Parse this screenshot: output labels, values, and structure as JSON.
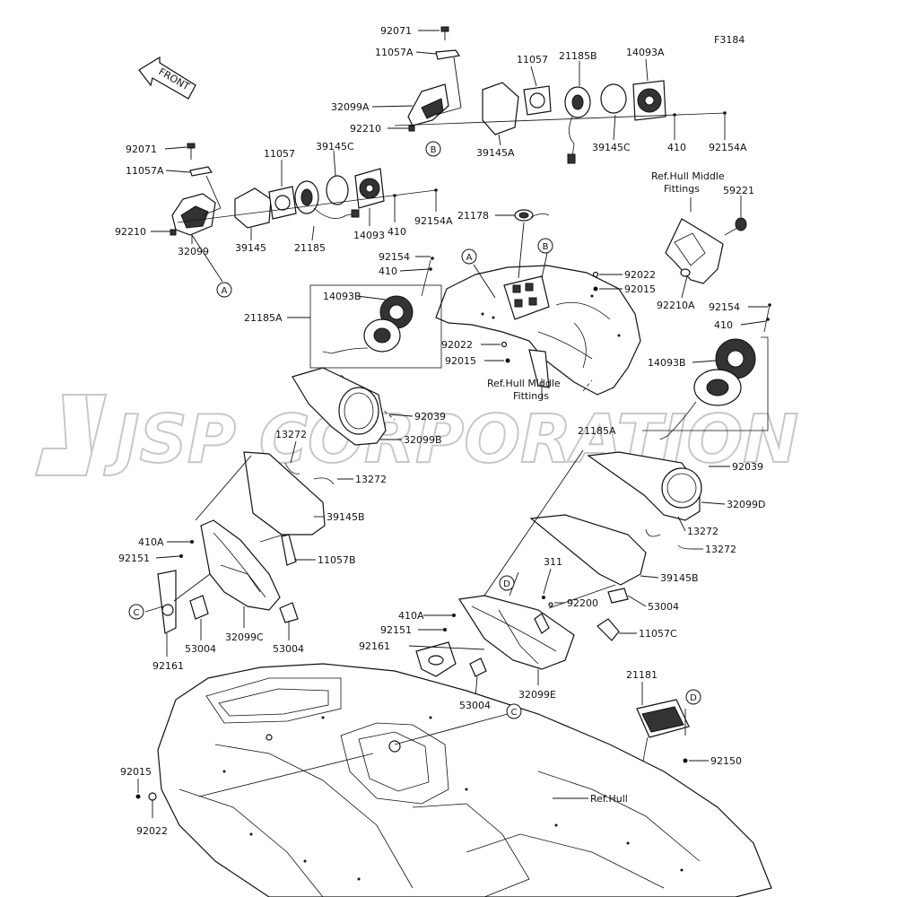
{
  "figure_code": "F3184",
  "front_label": "FRONT",
  "watermark": "JSP CORPORATION",
  "refs": {
    "hull_middle_a": [
      "Ref.Hull Middle",
      "Fittings"
    ],
    "hull_middle_b": [
      "Ref.Hull Middle",
      "Fittings"
    ],
    "hull": "Ref.Hull"
  },
  "callouts": [
    "A",
    "B",
    "C",
    "D"
  ],
  "labels": {
    "p92071_top": "92071",
    "p11057A_top": "11057A",
    "p32099A": "32099A",
    "p92210_top": "92210",
    "p11057_top": "11057",
    "p21185B": "21185B",
    "p14093A": "14093A",
    "p39145A": "39145A",
    "p39145C_top": "39145C",
    "p410_top": "410",
    "p92154A_top": "92154A",
    "p92071_left": "92071",
    "p11057A_left": "11057A",
    "p11057_left": "11057",
    "p39145C_left": "39145C",
    "p92210_left": "92210",
    "p32099": "32099",
    "p39145": "39145",
    "p21185": "21185",
    "p14093": "14093",
    "p410_left": "410",
    "p92154A_left": "92154A",
    "p21178": "21178",
    "p59221": "59221",
    "p92210A": "92210A",
    "p92154_mid": "92154",
    "p410_mid": "410",
    "p14093B_left": "14093B",
    "p21185A_left": "21185A",
    "p92022_mid": "92022",
    "p92015_mid": "92015",
    "p92022_low": "92022",
    "p92015_low": "92015",
    "p92154_right": "92154",
    "p410_right": "410",
    "p14093B_right": "14093B",
    "p21185A_right": "21185A",
    "p92039_left": "92039",
    "p32099B": "32099B",
    "p13272_a": "13272",
    "p13272_b": "13272",
    "p39145B_left": "39145B",
    "p410A_left": "410A",
    "p92151_left": "92151",
    "p11057B": "11057B",
    "p53004_a": "53004",
    "p32099C": "32099C",
    "p53004_b": "53004",
    "p92161_left": "92161",
    "p92039_right": "92039",
    "p32099D": "32099D",
    "p13272_c": "13272",
    "p13272_d": "13272",
    "p39145B_right": "39145B",
    "p311": "311",
    "p92200": "92200",
    "p53004_c": "53004",
    "p410A_right": "410A",
    "p92151_right": "92151",
    "p11057C": "11057C",
    "p92161_right": "92161",
    "p32099E": "32099E",
    "p53004_d": "53004",
    "p21181": "21181",
    "p92150": "92150",
    "p92015_bottom": "92015",
    "p92022_bottom": "92022"
  }
}
